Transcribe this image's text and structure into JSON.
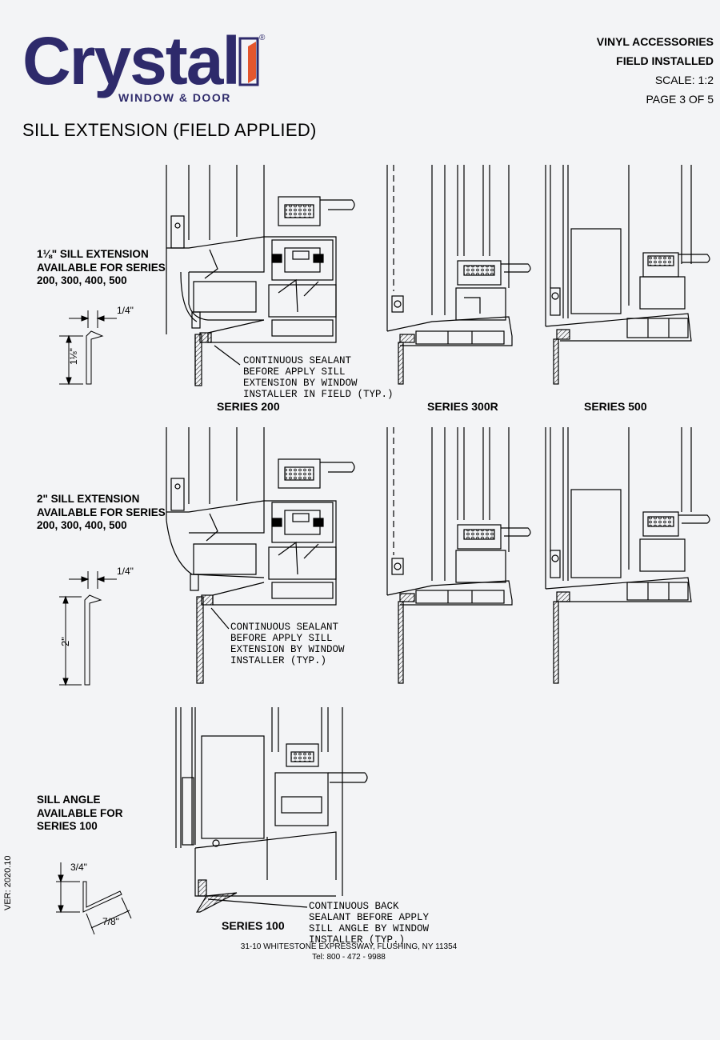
{
  "brand": {
    "name": "Crystal",
    "tagline": "WINDOW & DOOR",
    "registered": "®",
    "navy": "#2e2a6b",
    "accent": "#e4572e"
  },
  "header": {
    "line1": "VINYL ACCESSORIES",
    "line2": "FIELD INSTALLED",
    "scale": "SCALE: 1:2",
    "page": "PAGE 3 OF 5"
  },
  "title": "SILL EXTENSION (FIELD APPLIED)",
  "rows": [
    {
      "note": "1⅛\" SILL EXTENSION\nAVAILABLE FOR SERIES\n200, 300, 400, 500",
      "dim_width": "1/4\"",
      "dim_height": "1⅛\"",
      "sealant": "CONTINUOUS SEALANT\nBEFORE APPLY SILL\nEXTENSION BY WINDOW\nINSTALLER IN FIELD (TYP.)",
      "captions": [
        "SERIES 200",
        "SERIES 300R",
        "SERIES 500"
      ]
    },
    {
      "note": "2\" SILL EXTENSION\nAVAILABLE FOR SERIES\n200, 300, 400, 500",
      "dim_width": "1/4\"",
      "dim_height": "2\"",
      "sealant": "CONTINUOUS SEALANT\nBEFORE APPLY SILL\nEXTENSION BY WINDOW\nINSTALLER (TYP.)"
    },
    {
      "note": "SILL ANGLE\nAVAILABLE FOR\nSERIES 100",
      "dim_height": "3/4\"",
      "dim_width": "7/8\"",
      "sealant": "CONTINUOUS BACK\nSEALANT BEFORE APPLY\nSILL ANGLE BY WINDOW\nINSTALLER (TYP.)",
      "caption": "SERIES 100"
    }
  ],
  "footer": {
    "address": "31-10 WHITESTONE EXPRESSWAY, FLUSHING, NY 11354",
    "tel": "Tel: 800 - 472 - 9988"
  },
  "version": "VER: 2020.10"
}
